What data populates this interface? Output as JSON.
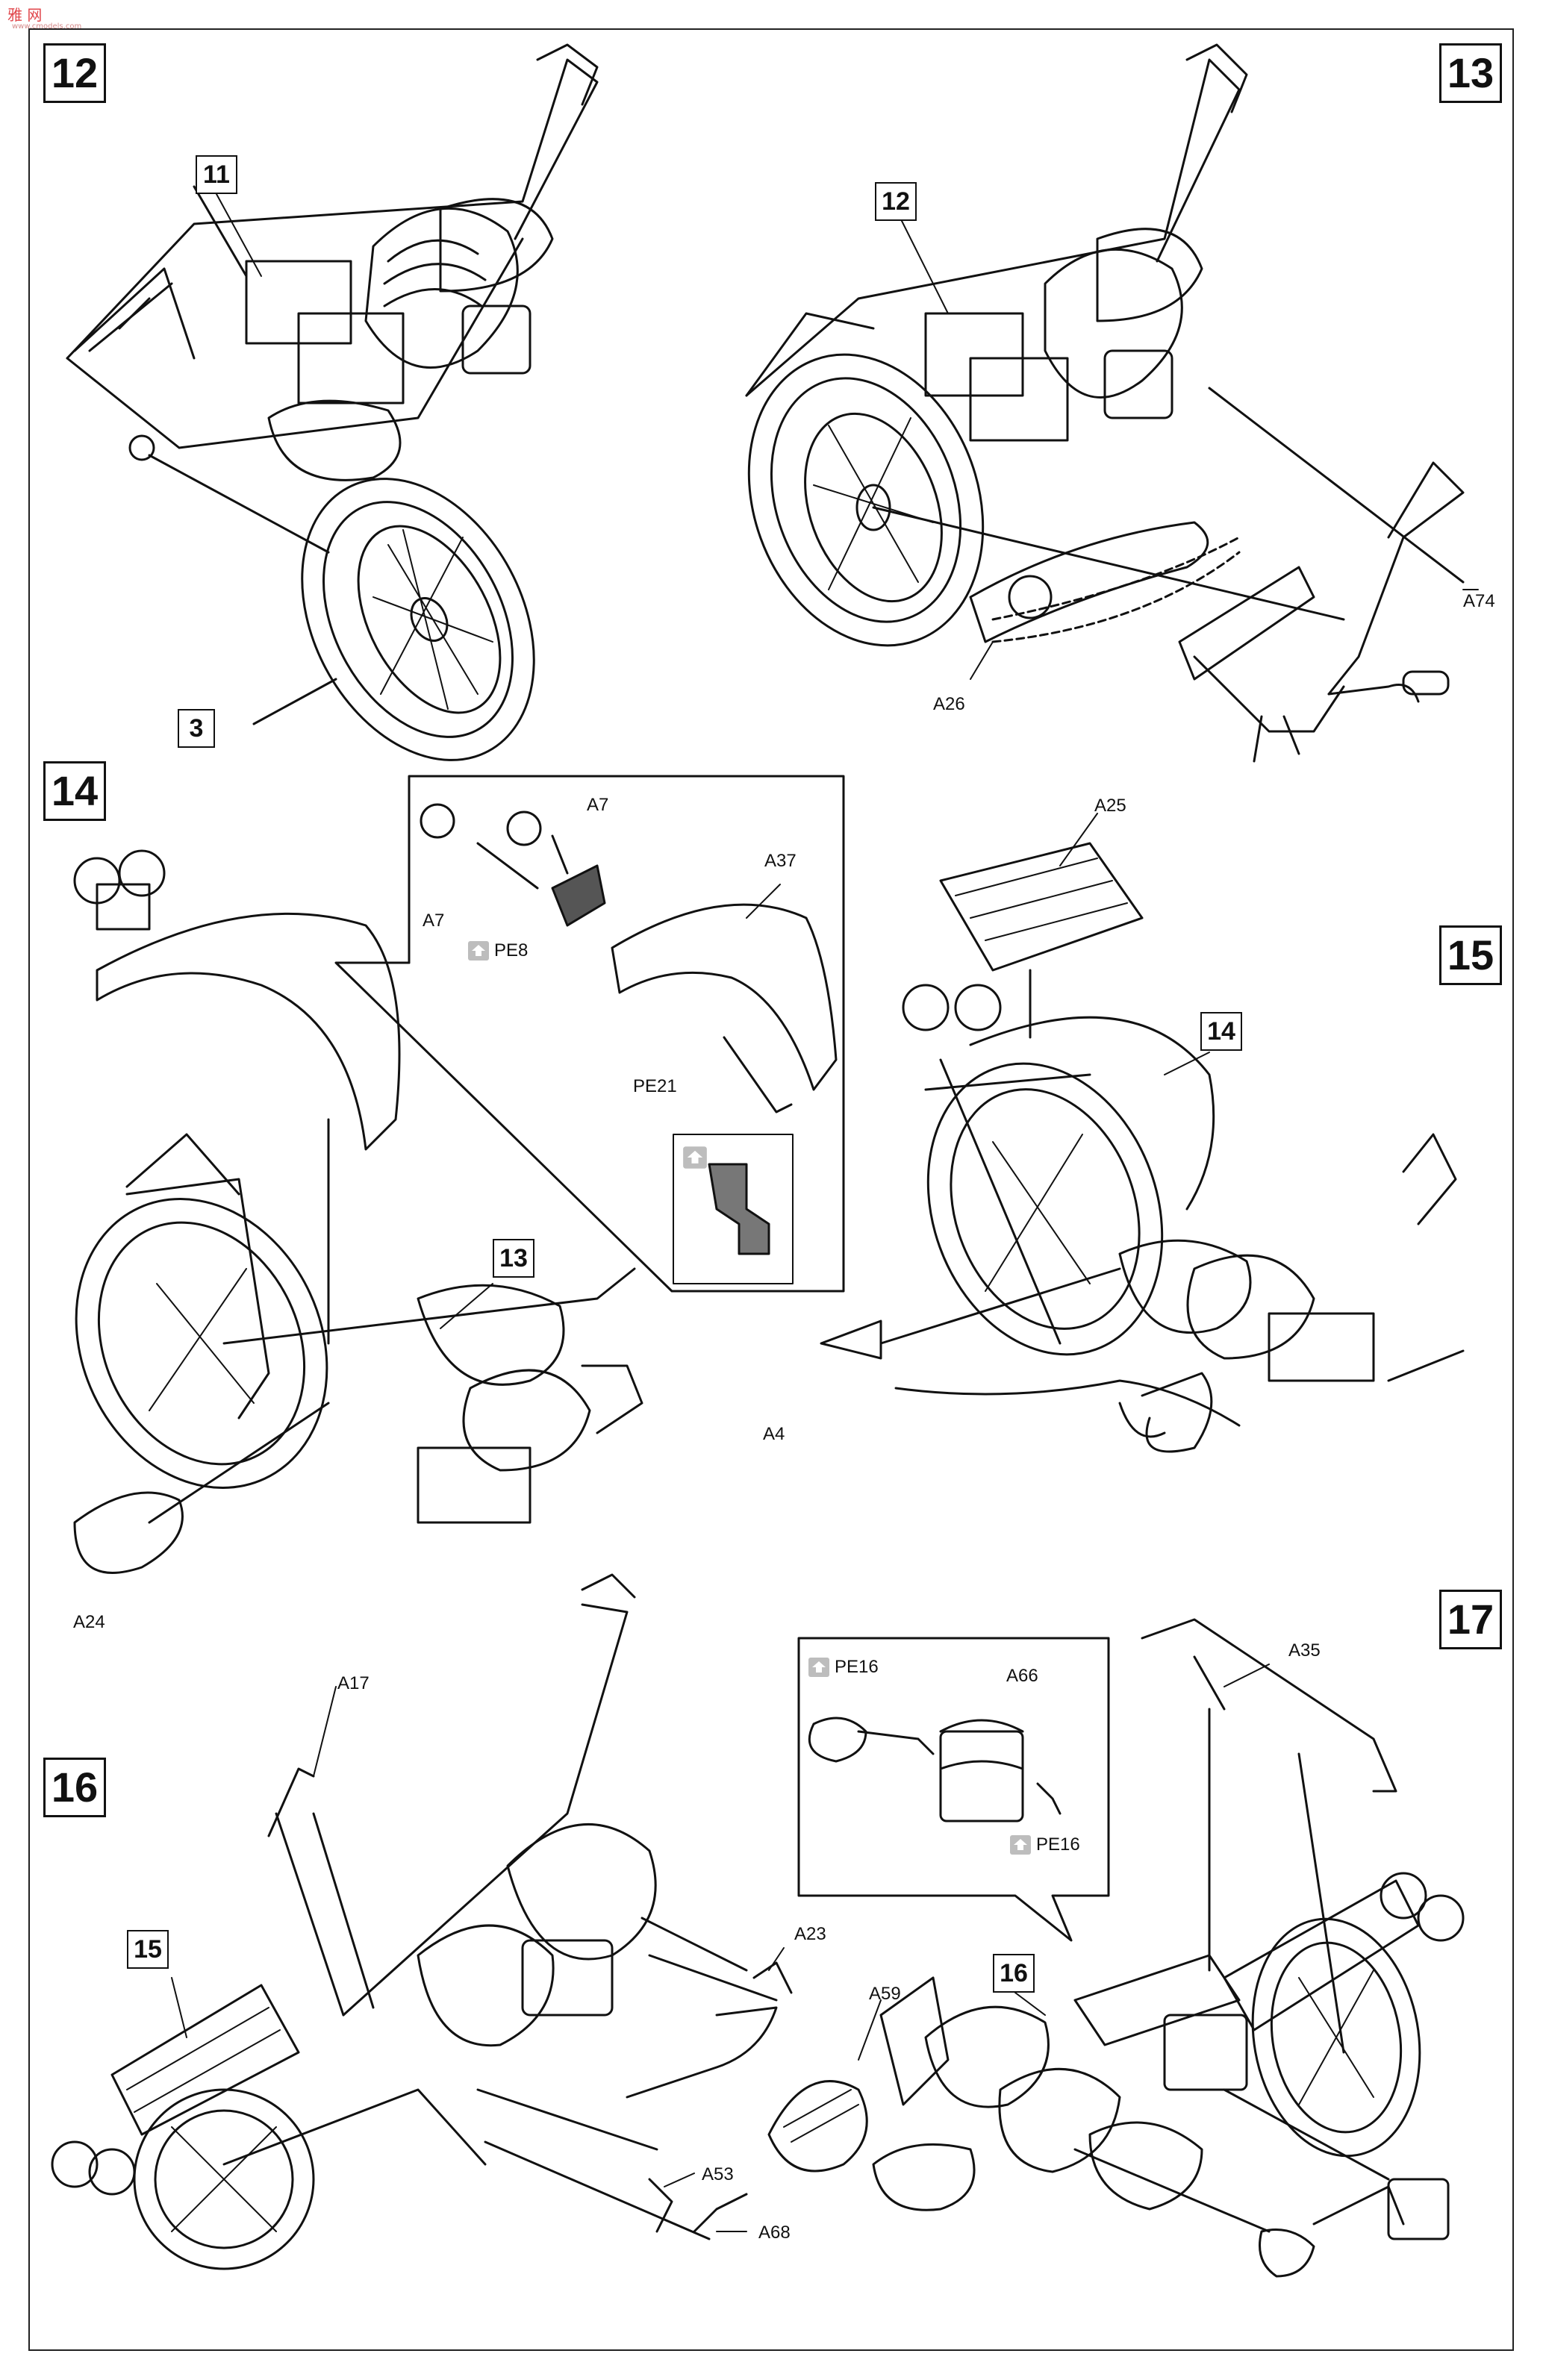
{
  "watermark": {
    "text": "雅 网",
    "sub": "www.cmodels.com"
  },
  "steps": {
    "s12": "12",
    "s13": "13",
    "s14": "14",
    "s15": "15",
    "s16": "16",
    "s17": "17"
  },
  "refs": {
    "r11": "11",
    "r3": "3",
    "r12": "12",
    "r13": "13",
    "r14": "14",
    "r15": "15",
    "r16": "16"
  },
  "parts": {
    "a74": "A74",
    "a26": "A26",
    "a7_top": "A7",
    "a7_left": "A7",
    "a37": "A37",
    "a25": "A25",
    "a24": "A24",
    "a4": "A4",
    "a17": "A17",
    "a23": "A23",
    "a59": "A59",
    "a53": "A53",
    "a68": "A68",
    "a66": "A66",
    "a35": "A35"
  },
  "photo_etched": {
    "pe8": "PE8",
    "pe21": "PE21",
    "pe16_top": "PE16",
    "pe16_bottom": "PE16"
  },
  "colors": {
    "line": "#111111",
    "pe_icon": "#9a9a9a",
    "paper": "#ffffff"
  }
}
